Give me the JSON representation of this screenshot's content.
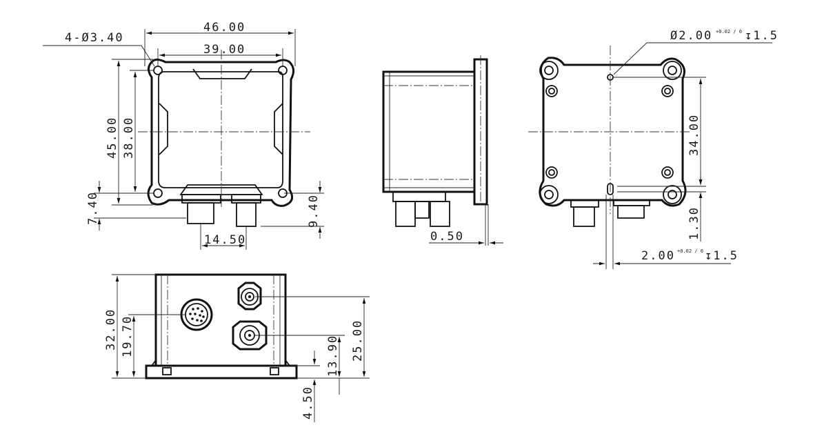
{
  "drawing": {
    "top_view": {
      "hole_callout": "4-Ø3.40",
      "overall_width": "46.00",
      "hole_spacing_x": "39.00",
      "overall_height": "45.00",
      "hole_spacing_y": "38.00",
      "bottom_offset": "7.40",
      "connector_offset_right": "9.40",
      "connector_spacing": "14.50"
    },
    "side_view": {
      "flange_gap": "0.50"
    },
    "rear_view": {
      "pin_hole_callout": "Ø2.00",
      "pin_hole_tolerance": "+0.02 / 0",
      "pin_hole_depth": "↧1.5",
      "hole_spacing_y": "34.00",
      "slot_offset": "1.30",
      "slot_callout": "2.00",
      "slot_tolerance": "+0.02 / 0",
      "slot_depth": "↧1.5"
    },
    "front_view": {
      "overall_height": "32.00",
      "round_connector_height": "19.70",
      "upper_coax_height": "25.00",
      "lower_coax_height": "13.90",
      "base_height": "4.50"
    }
  },
  "colors": {
    "background": "#ffffff",
    "line": "#111111"
  }
}
